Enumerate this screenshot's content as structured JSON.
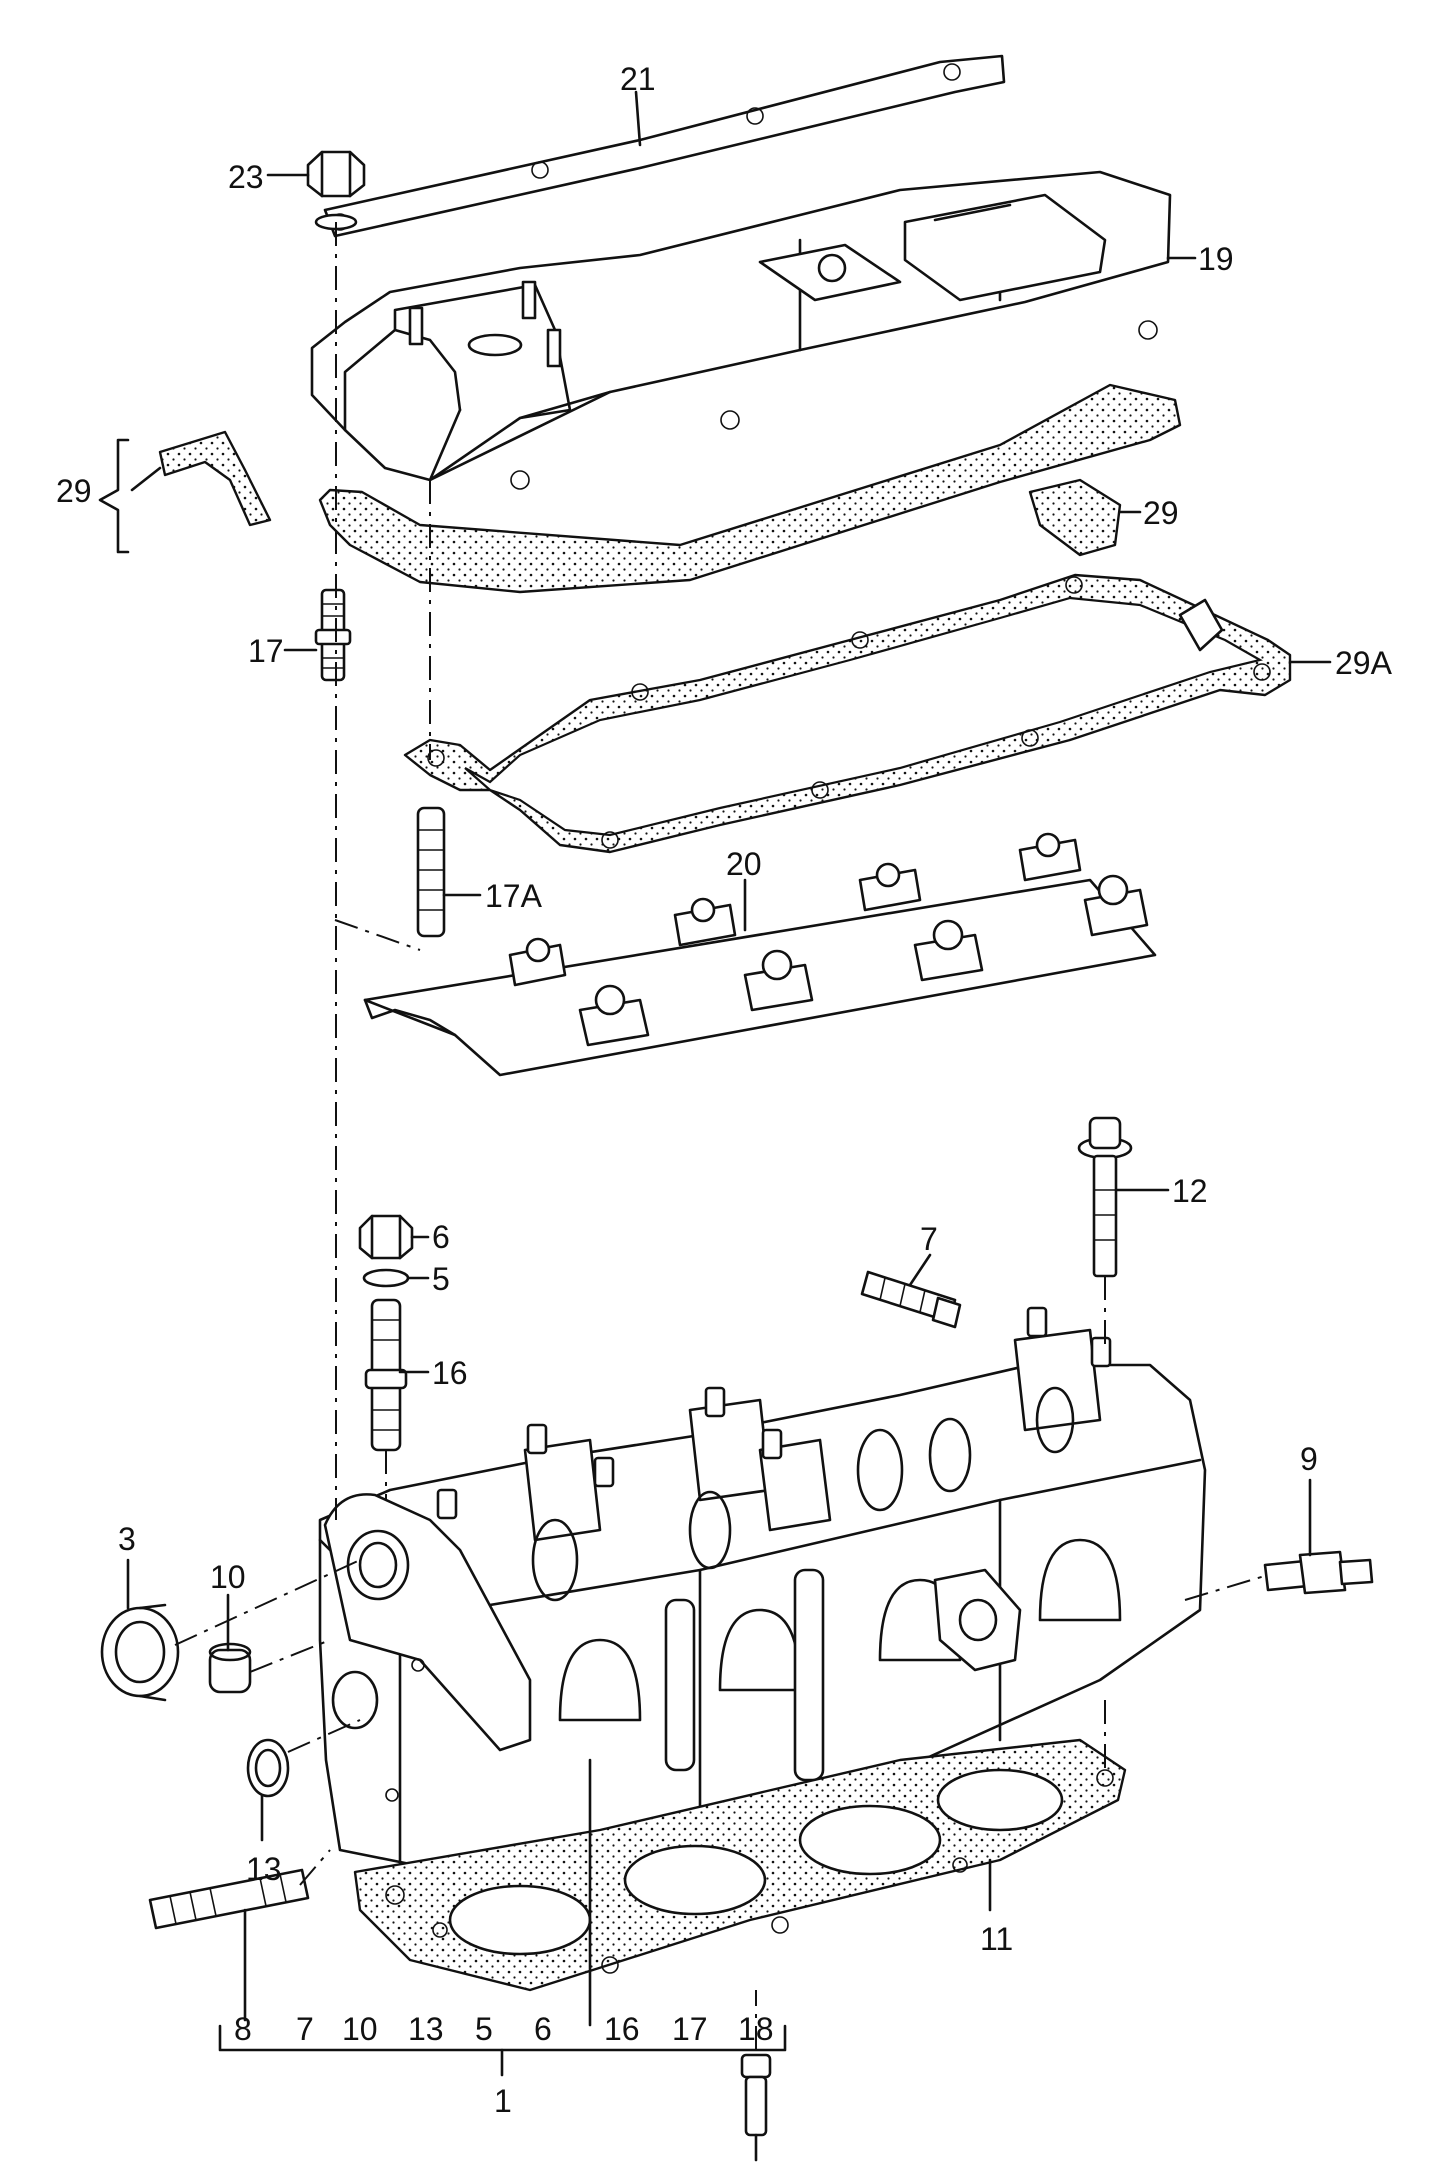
{
  "callouts": {
    "c21": "21",
    "c23": "23",
    "c19": "19",
    "c29_left": "29",
    "c29_right": "29",
    "c17": "17",
    "c29A": "29A",
    "c17A": "17A",
    "c20": "20",
    "c12": "12",
    "c6": "6",
    "c5": "5",
    "c7_top": "7",
    "c16_top": "16",
    "c9": "9",
    "c3": "3",
    "c10_top": "10",
    "c13_top": "13",
    "c11": "11",
    "c8": "8",
    "c18": "18",
    "c1": "1"
  },
  "bracket_items": [
    "8",
    "7",
    "10",
    "13",
    "5",
    "6",
    "16",
    "17",
    "18"
  ]
}
